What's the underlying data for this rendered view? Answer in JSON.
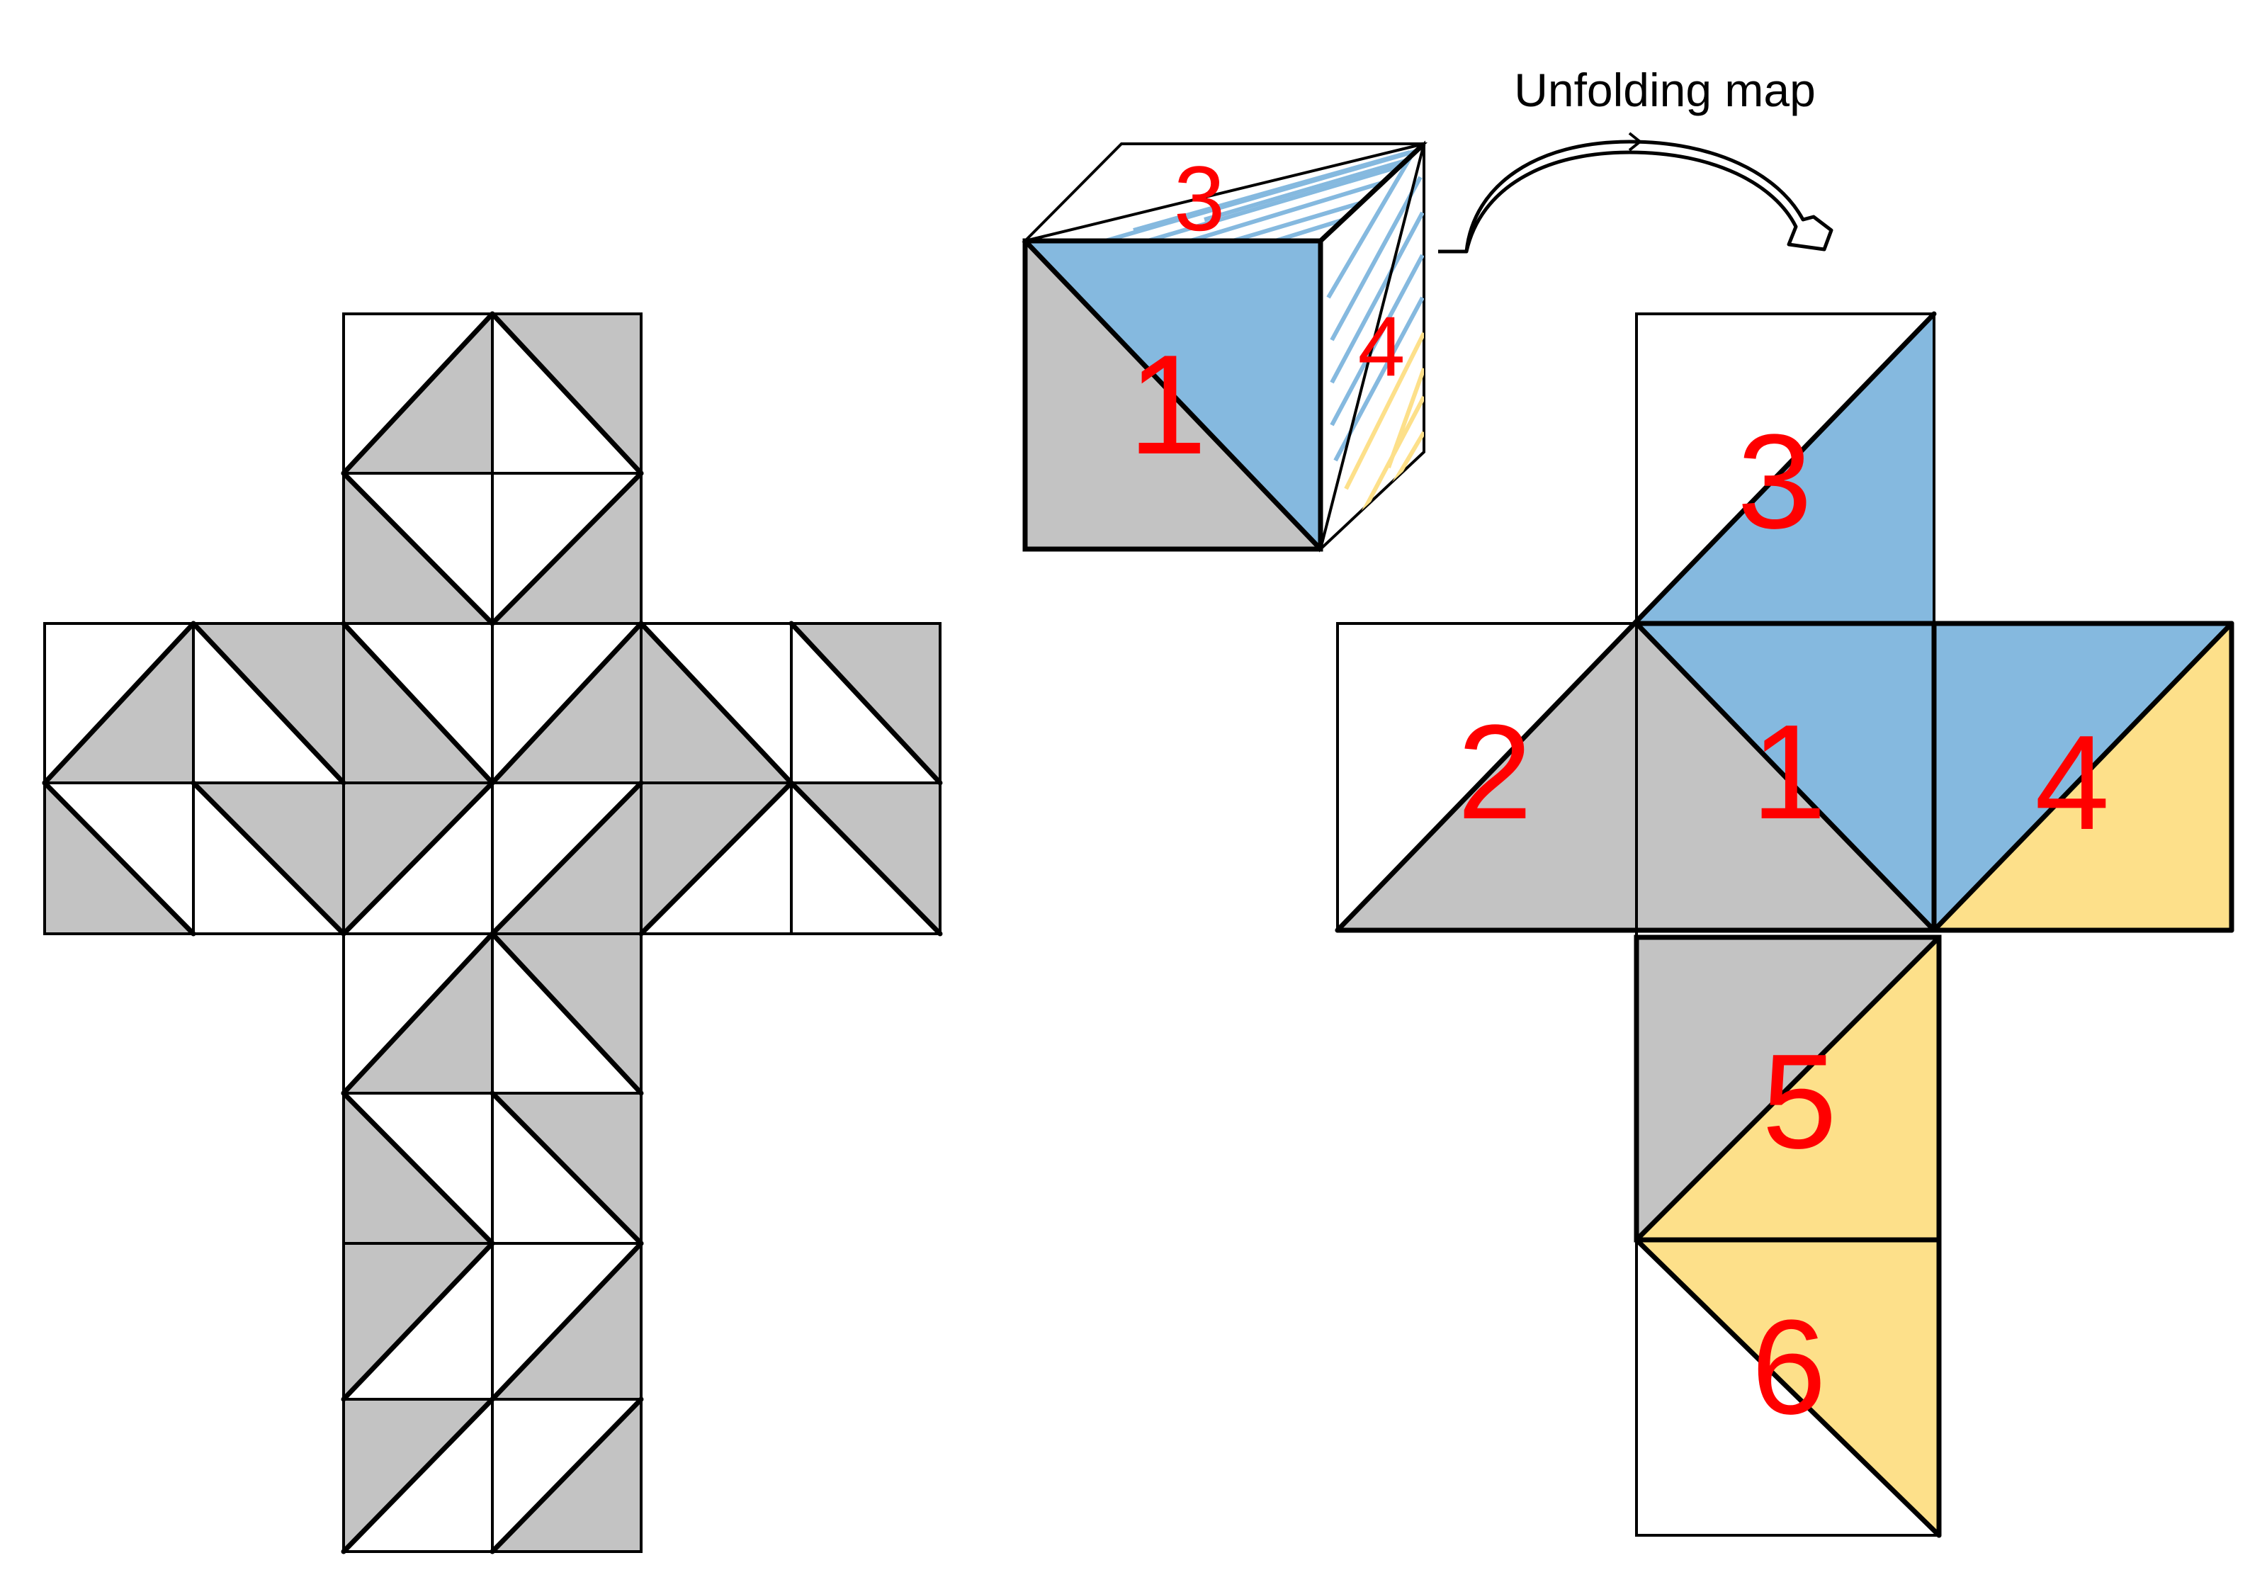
{
  "title": "Unfolding map",
  "cube_labels": [
    "3",
    "1",
    "4"
  ],
  "net_labels": [
    "3",
    "2",
    "1",
    "4",
    "5",
    "6"
  ],
  "colors": {
    "gray": "#c3c3c3",
    "blue": "#85b9df",
    "yellow": "#fde08a",
    "label": "#ff0000",
    "line": "#000000"
  },
  "icons": {
    "arrow": "curved-arrow-icon"
  }
}
